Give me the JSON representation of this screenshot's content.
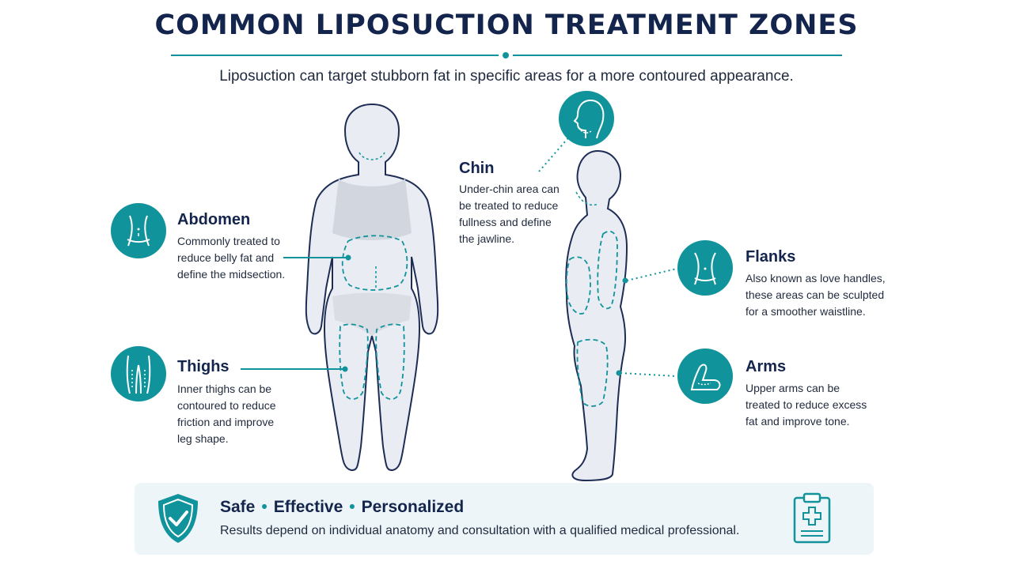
{
  "header": {
    "title": "COMMON LIPOSUCTION TREATMENT ZONES",
    "subtitle": "Liposuction can target stubborn fat in specific areas for a more contoured appearance."
  },
  "zones": {
    "abdomen": {
      "title": "Abdomen",
      "lines": [
        "Commonly treated to",
        "reduce belly fat and",
        "define the midsection."
      ],
      "icon": "abdomen-icon"
    },
    "thighs": {
      "title": "Thighs",
      "lines": [
        "Inner thighs can be",
        "contoured to reduce",
        "friction and improve",
        "leg shape."
      ],
      "icon": "thighs-icon"
    },
    "chin": {
      "title": "Chin",
      "lines": [
        "Under-chin area can",
        "be treated to reduce",
        "fullness and define",
        "the jawline."
      ],
      "icon": "chin-profile-icon"
    },
    "flanks": {
      "title": "Flanks",
      "lines": [
        "Also known as love handles,",
        "these areas can be sculpted",
        "for a smoother waistline."
      ],
      "icon": "flanks-icon"
    },
    "arms": {
      "title": "Arms",
      "lines": [
        "Upper arms can be",
        "treated to reduce excess",
        "fat and improve tone."
      ],
      "icon": "arm-icon"
    }
  },
  "footer": {
    "tag_1": "Safe",
    "tag_2": "Effective",
    "tag_3": "Personalized",
    "separator": "•",
    "disclaimer": "Results depend on individual anatomy and consultation with a qualified medical professional.",
    "left_icon": "shield-check-icon",
    "right_icon": "medical-clipboard-icon"
  },
  "colors": {
    "accent": "#11939c",
    "title": "#14254d",
    "body_fill": "#e9ecf2",
    "body_outline": "#1e2d55",
    "footer_bg": "#eef5f9"
  }
}
